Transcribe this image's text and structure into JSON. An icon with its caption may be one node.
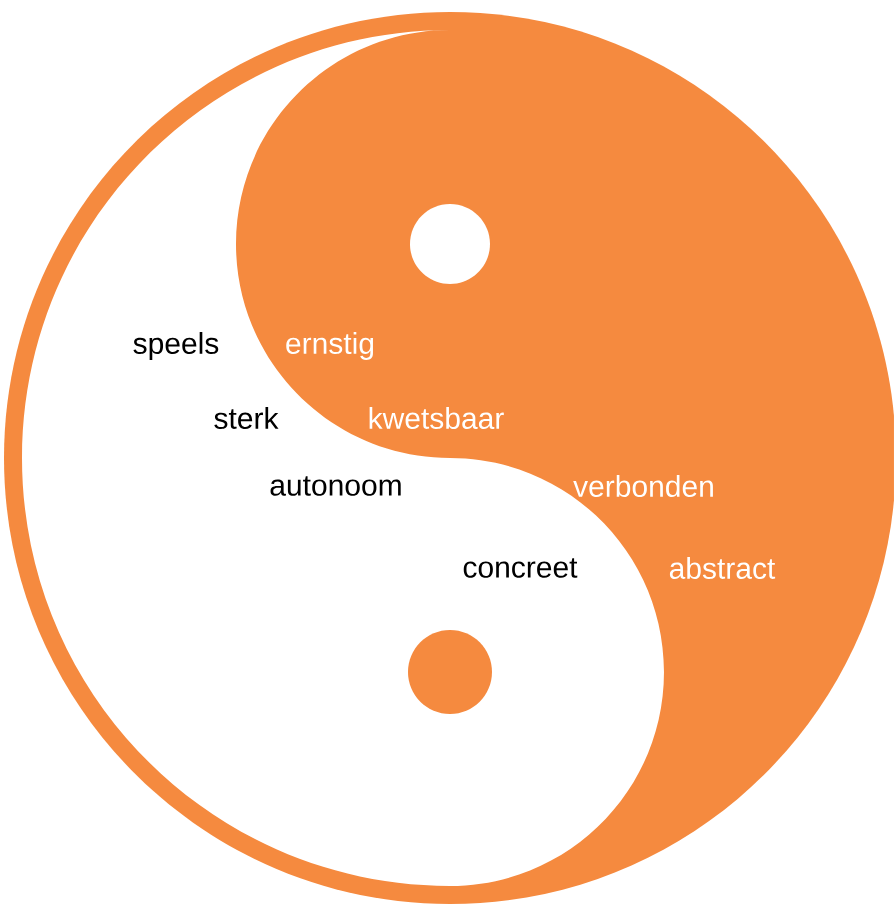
{
  "diagram": {
    "labels": [
      "speels",
      "ernstig",
      "sterk",
      "kwetsbaar",
      "autonoom",
      "verbonden",
      "concreet",
      "abstract"
    ]
  }
}
